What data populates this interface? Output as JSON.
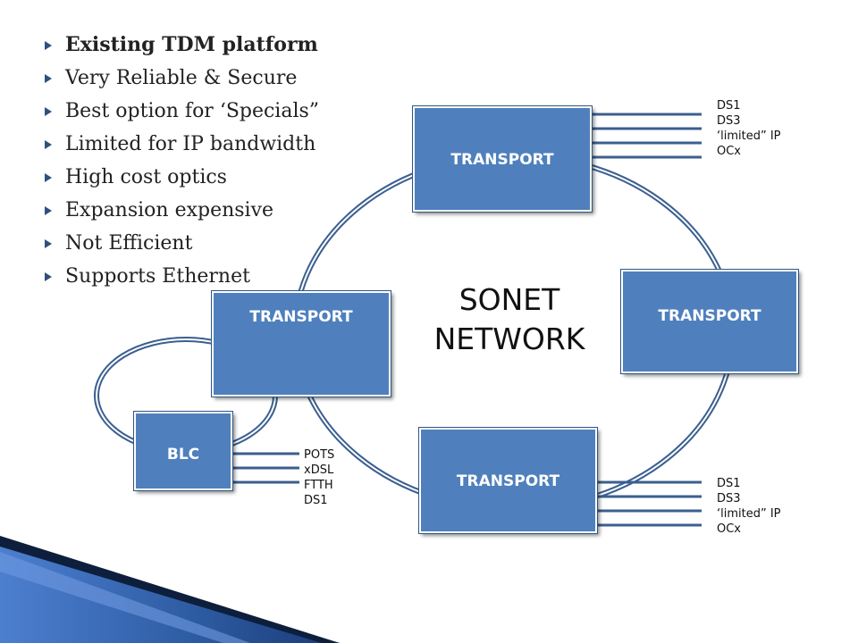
{
  "bullets": [
    "Existing TDM platform",
    "Very Reliable & Secure",
    "Best option for ‘Specials”",
    "Limited for IP bandwidth",
    "High cost optics",
    "Expansion expensive",
    "Not Efficient",
    "Supports Ethernet"
  ],
  "diagram": {
    "title_line1": "SONET",
    "title_line2": "NETWORK",
    "nodes": {
      "top": "TRANSPORT",
      "right": "TRANSPORT",
      "left": "TRANSPORT",
      "bottom": "TRANSPORT",
      "blc": "BLC"
    },
    "top_links": [
      "DS1",
      "DS3",
      "‘limited” IP",
      "OCx"
    ],
    "bottom_links": [
      "DS1",
      "DS3",
      "‘limited” IP",
      "OCx"
    ],
    "blc_links": [
      "POTS",
      "xDSL",
      "FTTH",
      "DS1"
    ]
  },
  "colors": {
    "box_fill": "#4f80bd",
    "box_border": "#31557f",
    "ring": "#3b5f8f",
    "banner_blue": "#2c5aa0"
  }
}
